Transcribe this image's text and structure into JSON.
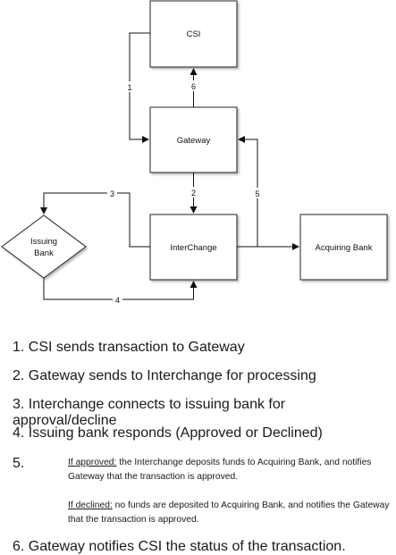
{
  "diagram": {
    "nodes": {
      "csi": "CSI",
      "gateway": "Gateway",
      "interchange": "InterChange",
      "acquiring": "Acquiring Bank",
      "issuing_line1": "Issuing",
      "issuing_line2": "Bank"
    },
    "edge_labels": {
      "e1": "1",
      "e2": "2",
      "e3": "3",
      "e4": "4",
      "e5": "5",
      "e6": "6"
    }
  },
  "steps": {
    "s1": "1. CSI sends transaction to Gateway",
    "s2": "2. Gateway sends to Interchange for processing",
    "s3": "3. Interchange connects to issuing bank for approval/decline",
    "s4": "4. Issuing bank responds (Approved or Declined)",
    "s5_number": "5.",
    "s5_approved_heading": "If approved:",
    "s5_approved_text": " the Interchange deposits funds to Acquiring Bank, and notifies Gateway that the transaction is approved.",
    "s5_declined_heading": "If declined:",
    "s5_declined_text": " no funds are deposited to Acquiring Bank, and notifies the Gateway that the transaction is approved.",
    "s6": "6. Gateway notifies CSI the status of the transaction."
  }
}
